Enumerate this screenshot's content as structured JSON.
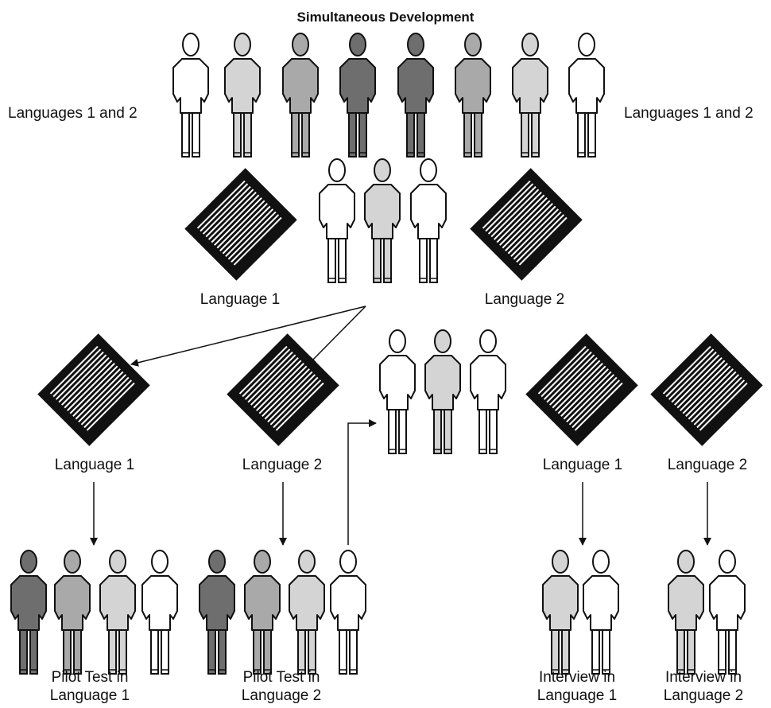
{
  "title": "Simultaneous Development",
  "labels": {
    "top_left": "Languages 1 and 2",
    "top_right": "Languages 1 and 2",
    "mid_lang1": "Language 1",
    "mid_lang2": "Language 2",
    "low_lang1": "Language 1",
    "low_lang2": "Language 2",
    "right_lang1": "Language 1",
    "right_lang2": "Language 2",
    "pilot1_line1": "Pilot Test in",
    "pilot1_line2": "Language 1",
    "pilot2_line1": "Pilot Test in",
    "pilot2_line2": "Language 2",
    "interview1_line1": "Interview in",
    "interview1_line2": "Language 1",
    "interview2_line1": "Interview in",
    "interview2_line2": "Language 2"
  },
  "colors": {
    "white": "#ffffff",
    "light_gray": "#d4d4d4",
    "mid_gray": "#a9a9a9",
    "dark_gray": "#858585",
    "darker_gray": "#6e6e6e",
    "stroke": "#111111"
  },
  "groups": {
    "committee_top": [
      "white",
      "light_gray",
      "mid_gray",
      "darker_gray",
      "darker_gray",
      "mid_gray",
      "light_gray",
      "white"
    ],
    "reviewers_middle": [
      "white",
      "light_gray",
      "white"
    ],
    "reviewers_right": [
      "white",
      "light_gray",
      "white"
    ],
    "pilot_group_1": [
      "darker_gray",
      "mid_gray",
      "light_gray",
      "white"
    ],
    "pilot_group_2": [
      "darker_gray",
      "mid_gray",
      "light_gray",
      "white"
    ],
    "interview_group_1": [
      "light_gray",
      "white"
    ],
    "interview_group_2": [
      "light_gray",
      "white"
    ]
  },
  "icons": {
    "person": "person-icon",
    "document": "document-icon",
    "arrow": "arrow-icon"
  }
}
